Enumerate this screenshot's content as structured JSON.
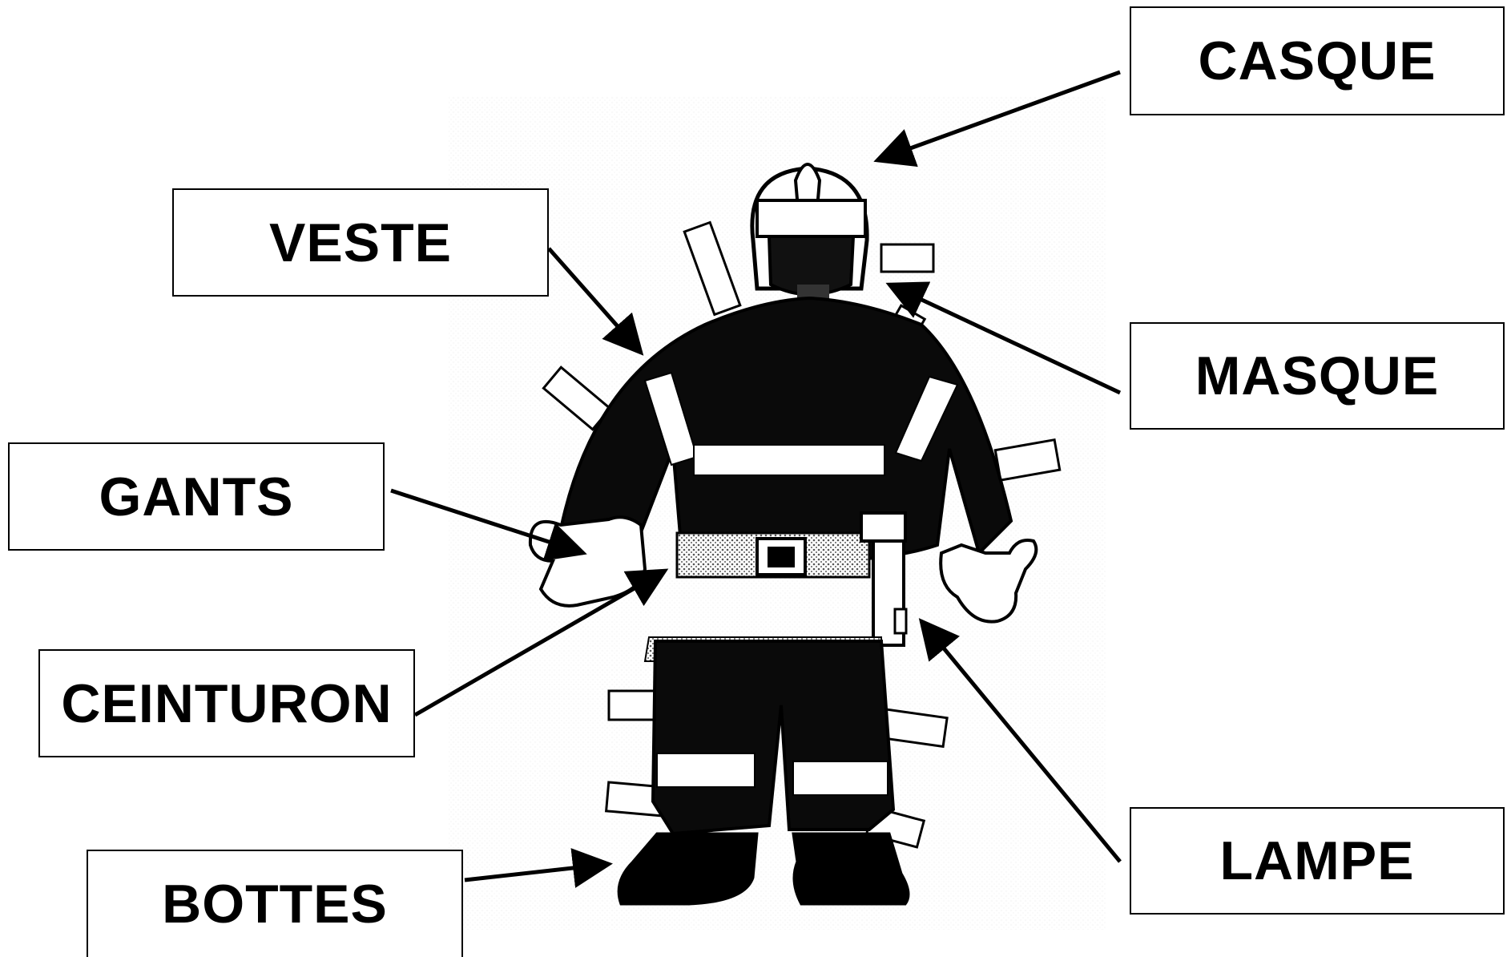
{
  "diagram": {
    "labels": {
      "casque": "CASQUE",
      "veste": "VESTE",
      "masque": "MASQUE",
      "gants": "GANTS",
      "ceinturon": "CEINTURON",
      "lampe": "LAMPE",
      "bottes": "BOTTES"
    }
  }
}
